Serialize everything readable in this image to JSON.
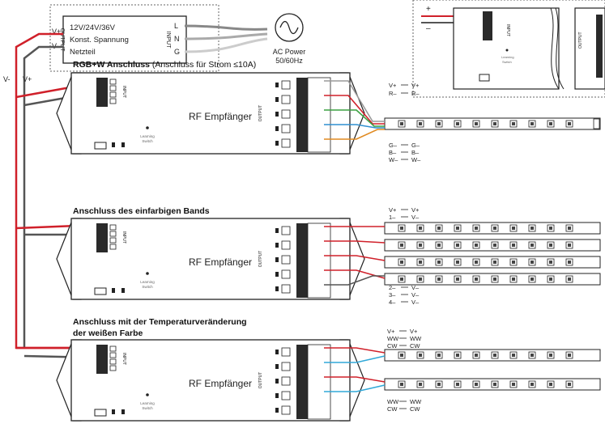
{
  "power_supply": {
    "voltage": "12V/24V/36V",
    "type": "Konst. Spannung",
    "name": "Netzteil",
    "output_label": "OUTPUT",
    "input_label": "INPUT",
    "terminal_pos": "V+",
    "terminal_neg": "V-",
    "terminal_l": "L",
    "terminal_n": "N",
    "terminal_g": "G"
  },
  "ac_power": {
    "label": "AC Power",
    "freq": "50/60Hz"
  },
  "bus": {
    "neg": "V-",
    "pos": "V+"
  },
  "inset": {
    "plus": "+",
    "minus": "–"
  },
  "receiver": {
    "name": "RF Empfänger",
    "learning_1": "Learning",
    "learning_2": "Switch",
    "input_label": "INPUT",
    "output_label": "OUTPUT"
  },
  "sections": [
    {
      "title_bold": "RGB+W Anschluss",
      "title_rest": " (Anschluss für Strom ≤10A)",
      "top_labels": [
        [
          "V+",
          "V+"
        ],
        [
          "R–",
          "R–"
        ]
      ],
      "bottom_labels": [
        [
          "G–",
          "G–"
        ],
        [
          "B–",
          "B–"
        ],
        [
          "W–",
          "W–"
        ]
      ]
    },
    {
      "title_bold": "Anschluss des einfarbigen Bands",
      "title_rest": "",
      "top_labels": [
        [
          "V+",
          "V+"
        ],
        [
          "1–",
          "V–"
        ]
      ],
      "bottom_labels": [
        [
          "2–",
          "V–"
        ],
        [
          "3–",
          "V–"
        ],
        [
          "4–",
          "V–"
        ]
      ]
    },
    {
      "title_bold": "Anschluss mit der Temperaturveränderung",
      "title_bold_2": "der weißen Farbe",
      "title_rest": "",
      "top_labels": [
        [
          "V+",
          "V+"
        ],
        [
          "WW",
          "WW"
        ],
        [
          "CW",
          "CW"
        ]
      ],
      "bottom_labels": [
        [
          "WW",
          "WW"
        ],
        [
          "CW",
          "CW"
        ]
      ]
    }
  ],
  "colors": {
    "red": "#d0202a",
    "gray": "#9a9a9a",
    "green": "#3aa040",
    "blue": "#2f8fd0",
    "orange": "#e08a20",
    "cyan": "#30a8d8",
    "dark": "#222222"
  }
}
